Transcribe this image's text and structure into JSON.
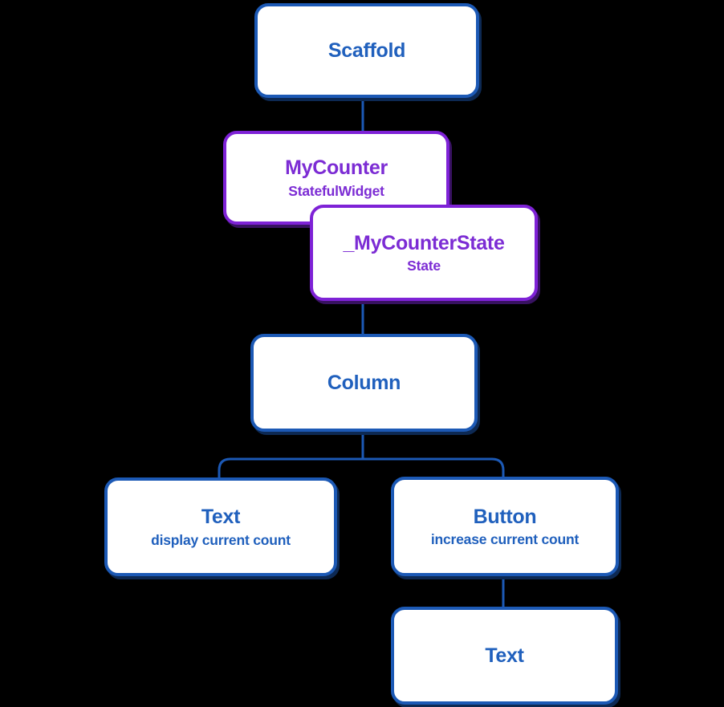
{
  "colors": {
    "blue_border": "#1c59b5",
    "blue_text": "#2060bd",
    "blue_shadow": "#0d2953",
    "purple_border": "#7e22d6",
    "purple_text": "#7c2cd4",
    "purple_shadow": "#381261",
    "edge": "#1c59b5",
    "node_background": "#ffffff",
    "canvas_background": "#000000"
  },
  "nodes": [
    {
      "id": "scaffold",
      "title": "Scaffold",
      "subtitle": "",
      "theme": "blue"
    },
    {
      "id": "mycounter",
      "title": "MyCounter",
      "subtitle": "StatefulWidget",
      "theme": "purple"
    },
    {
      "id": "state",
      "title": "_MyCounterState",
      "subtitle": "State",
      "theme": "purple"
    },
    {
      "id": "column",
      "title": "Column",
      "subtitle": "",
      "theme": "blue"
    },
    {
      "id": "text1",
      "title": "Text",
      "subtitle": "display current count",
      "theme": "blue"
    },
    {
      "id": "button",
      "title": "Button",
      "subtitle": "increase current count",
      "theme": "blue"
    },
    {
      "id": "text2",
      "title": "Text",
      "subtitle": "",
      "theme": "blue"
    }
  ],
  "edges": [
    {
      "from": "scaffold",
      "to": "mycounter"
    },
    {
      "from": "state",
      "to": "column"
    },
    {
      "from": "column",
      "to": "text1"
    },
    {
      "from": "column",
      "to": "button"
    },
    {
      "from": "button",
      "to": "text2"
    }
  ]
}
